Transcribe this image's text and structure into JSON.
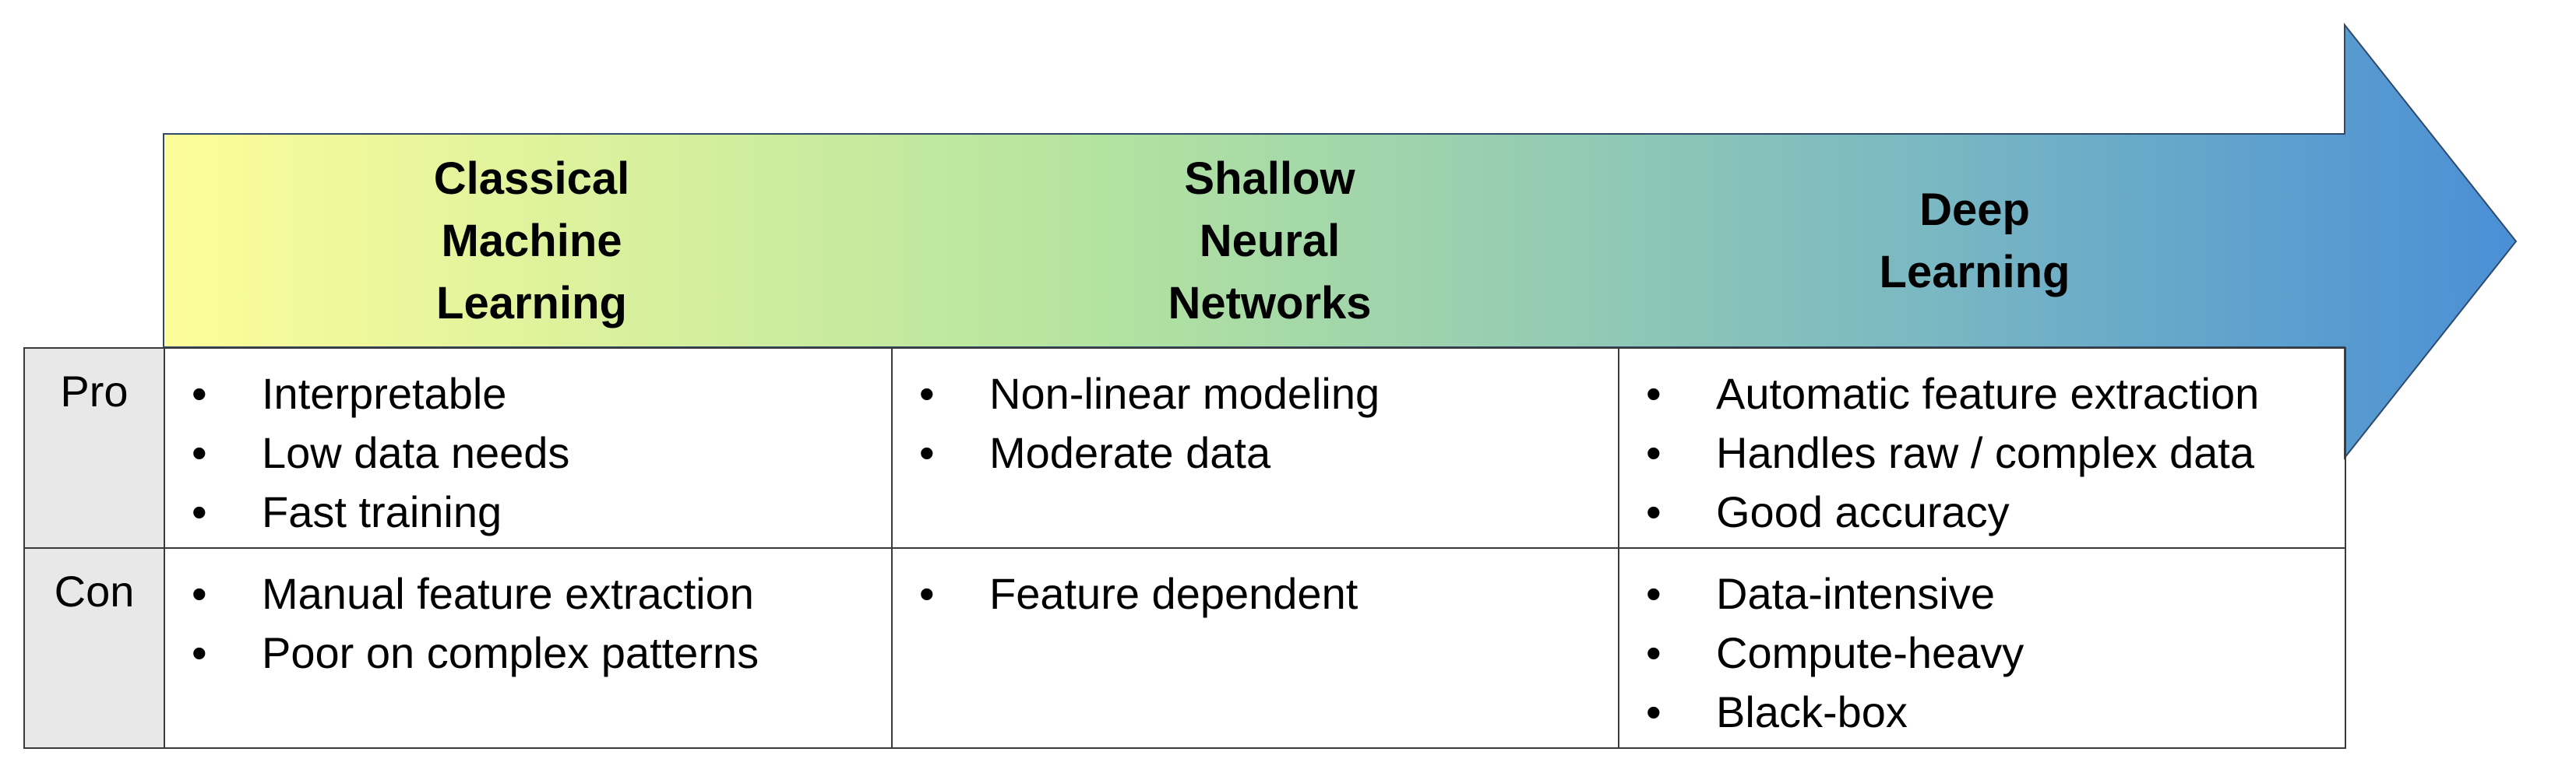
{
  "stages": [
    {
      "title": "Classical\nMachine\nLearning"
    },
    {
      "title": "Shallow\nNeural\nNetworks"
    },
    {
      "title": "Deep\nLearning"
    }
  ],
  "rows": [
    {
      "label": "Pro",
      "cells": [
        [
          "Interpretable",
          "Low data needs",
          "Fast training"
        ],
        [
          "Non-linear modeling",
          "Moderate data"
        ],
        [
          "Automatic feature extraction",
          "Handles raw / complex data",
          "Good accuracy"
        ]
      ]
    },
    {
      "label": "Con",
      "cells": [
        [
          "Manual feature extraction",
          "Poor on complex patterns"
        ],
        [
          "Feature dependent"
        ],
        [
          "Data-intensive",
          "Compute-heavy",
          "Black-box"
        ]
      ]
    }
  ],
  "colors": {
    "gradient": [
      "#fdfd9a",
      "#b3e3a0",
      "#7ab8c2",
      "#4a8fd6"
    ],
    "arrow_stroke": "#2f4a6a",
    "rowhead_fill": "#e8e8e8"
  }
}
